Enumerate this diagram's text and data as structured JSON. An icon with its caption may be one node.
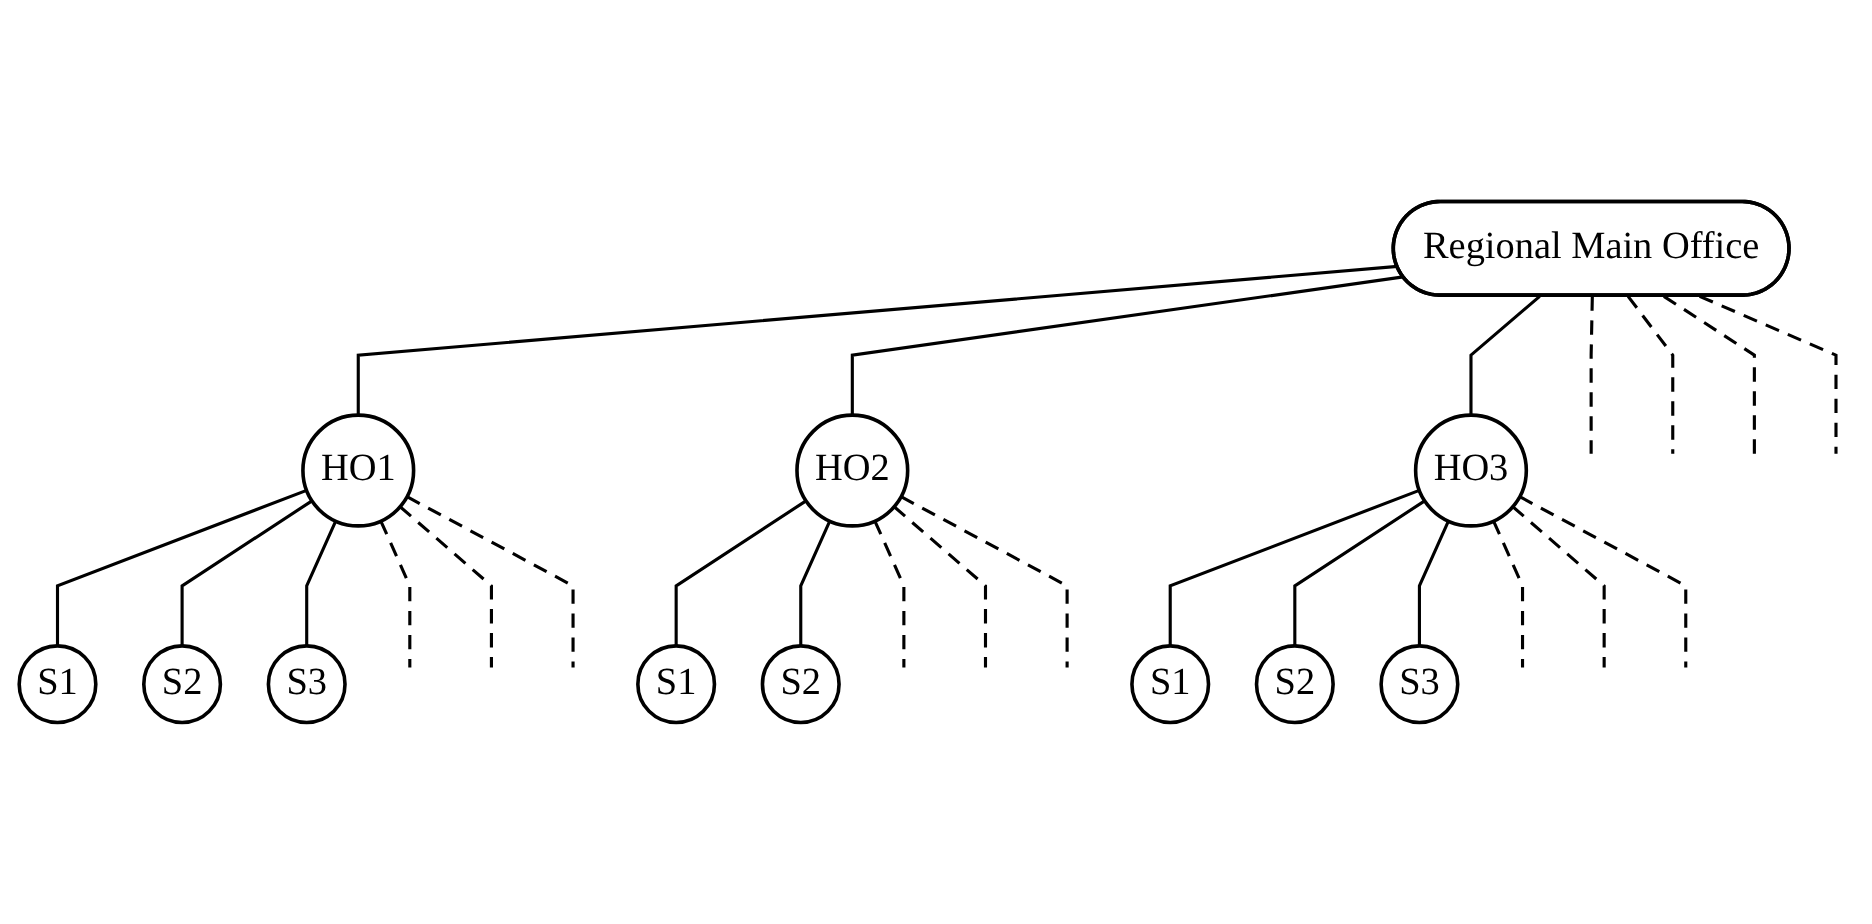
{
  "diagram": {
    "nodes": [
      {
        "text": [
          "Regional Main Office"
        ]
      },
      {
        "text": [
          "HO1"
        ]
      },
      {
        "text": [
          "HO2"
        ]
      },
      {
        "text": [
          "HO3"
        ]
      },
      {
        "text": [
          "S1"
        ]
      },
      {
        "text": [
          "S2"
        ]
      },
      {
        "text": [
          "S3"
        ]
      },
      {
        "text": [
          "S1"
        ]
      },
      {
        "text": [
          "S2"
        ]
      },
      {
        "text": [
          "S1"
        ]
      },
      {
        "text": [
          "S2"
        ]
      },
      {
        "text": [
          "S3"
        ]
      }
    ],
    "edges": [
      {
        "from": 0,
        "to": 1,
        "arrow": "none"
      },
      {
        "from": 0,
        "to": 2,
        "arrow": "none"
      },
      {
        "from": 0,
        "to": 3,
        "arrow": "none"
      },
      {
        "from": 0,
        "to": null,
        "arrow": "none",
        "style": "dashed"
      },
      {
        "from": 0,
        "to": null,
        "arrow": "none",
        "style": "dashed"
      },
      {
        "from": 0,
        "to": null,
        "arrow": "none",
        "style": "dashed"
      },
      {
        "from": 0,
        "to": null,
        "arrow": "none",
        "style": "dashed"
      },
      {
        "from": 1,
        "to": 4,
        "arrow": "none"
      },
      {
        "from": 1,
        "to": 5,
        "arrow": "none"
      },
      {
        "from": 1,
        "to": 6,
        "arrow": "none"
      },
      {
        "from": 1,
        "to": null,
        "arrow": "none",
        "style": "dashed"
      },
      {
        "from": 1,
        "to": null,
        "arrow": "none",
        "style": "dashed"
      },
      {
        "from": 1,
        "to": null,
        "arrow": "none",
        "style": "dashed"
      },
      {
        "from": 2,
        "to": 7,
        "arrow": "none"
      },
      {
        "from": 2,
        "to": 8,
        "arrow": "none"
      },
      {
        "from": 2,
        "to": null,
        "arrow": "none",
        "style": "dashed"
      },
      {
        "from": 2,
        "to": null,
        "arrow": "none",
        "style": "dashed"
      },
      {
        "from": 2,
        "to": null,
        "arrow": "none",
        "style": "dashed"
      },
      {
        "from": 3,
        "to": 9,
        "arrow": "none"
      },
      {
        "from": 3,
        "to": 10,
        "arrow": "none"
      },
      {
        "from": 3,
        "to": 11,
        "arrow": "none"
      },
      {
        "from": 3,
        "to": null,
        "arrow": "none",
        "style": "dashed"
      },
      {
        "from": 3,
        "to": null,
        "arrow": "none",
        "style": "dashed"
      },
      {
        "from": 3,
        "to": null,
        "arrow": "none",
        "style": "dashed"
      }
    ]
  }
}
